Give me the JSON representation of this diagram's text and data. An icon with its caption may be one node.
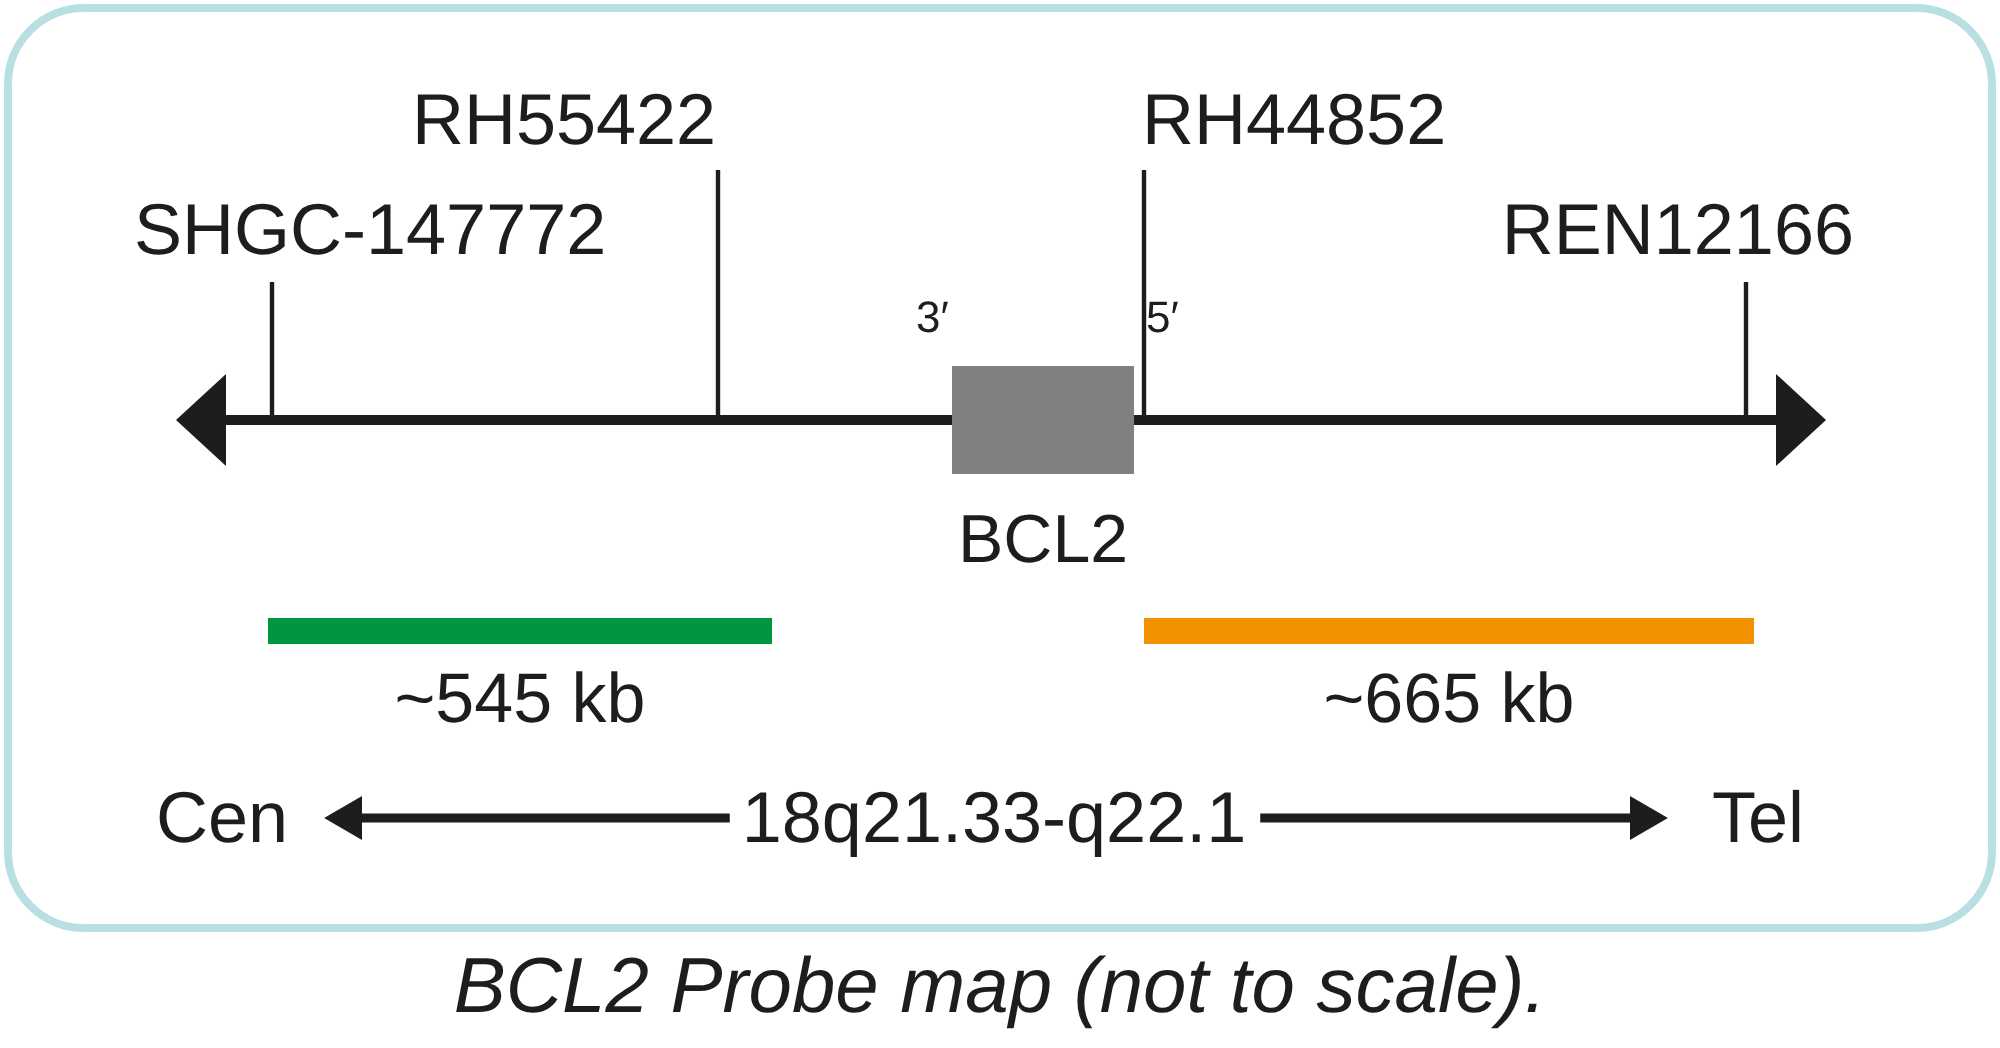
{
  "diagram": {
    "caption": "BCL2 Probe map (not to scale).",
    "nodes": [
      {
        "text": [
          "RH55422"
        ]
      },
      {
        "text": [
          "RH44852"
        ]
      },
      {
        "text": [
          "SHGC-147772"
        ]
      },
      {
        "text": [
          "REN12166"
        ]
      },
      {
        "text": [],
        "shape": "arrow"
      },
      {
        "text": [
          "BCL2"
        ],
        "beside": [
          "3′",
          "5′"
        ]
      },
      {
        "text": [
          "~545 kb"
        ]
      },
      {
        "text": [
          "~665 kb"
        ]
      },
      {
        "text": [
          "Cen"
        ]
      },
      {
        "text": [
          "18q21.33-q22.1"
        ]
      },
      {
        "text": [
          "Tel"
        ]
      }
    ],
    "edges": [
      {
        "from": 0,
        "to": 4,
        "arrow": "none"
      },
      {
        "from": 1,
        "to": 4,
        "arrow": "none"
      },
      {
        "from": 2,
        "to": 4,
        "arrow": "none"
      },
      {
        "from": 3,
        "to": 4,
        "arrow": "none"
      },
      {
        "from": 9,
        "to": 8,
        "arrow": "to",
        "style": "thick"
      },
      {
        "from": 9,
        "to": 10,
        "arrow": "to",
        "style": "thick"
      }
    ]
  }
}
